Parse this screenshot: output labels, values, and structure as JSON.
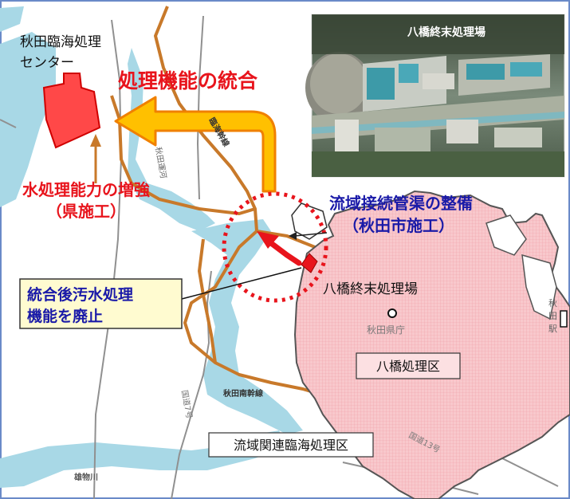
{
  "labels": {
    "rinkai_center": [
      "秋田臨海処理",
      "センター"
    ],
    "integration": "処理機能の統合",
    "capacity": [
      "水処理能力の増強",
      "（県施工）"
    ],
    "channel": [
      "流域接続管渠の整備",
      "（秋田市施工）"
    ],
    "abolish": [
      "統合後汚水処理",
      "機能を廃止"
    ],
    "yabase_plant": "八橋終末処理場",
    "prefectural_office": "秋田県庁",
    "yabase_district": "八橋処理区",
    "rinkai_district": "流域関連臨海処理区",
    "canal": "秋田運河",
    "rinkai_trunk": "臨海幹線",
    "south_trunk": "秋田南幹線",
    "route7": "国道7号",
    "route13": "国道13号",
    "omono_river": "雄物川",
    "akita_station": [
      "秋",
      "田",
      "駅"
    ],
    "photo_title": "八橋終末処理場"
  },
  "colors": {
    "water": "#a8d8e6",
    "trunk_line": "#c8792a",
    "district_fill": "#f8c8cc",
    "red": "#e8141c",
    "blue": "#1a1aa8",
    "arrow_yellow": "#ffb800",
    "arrow_orange": "#f08000",
    "note_box": "#fffbd0"
  }
}
